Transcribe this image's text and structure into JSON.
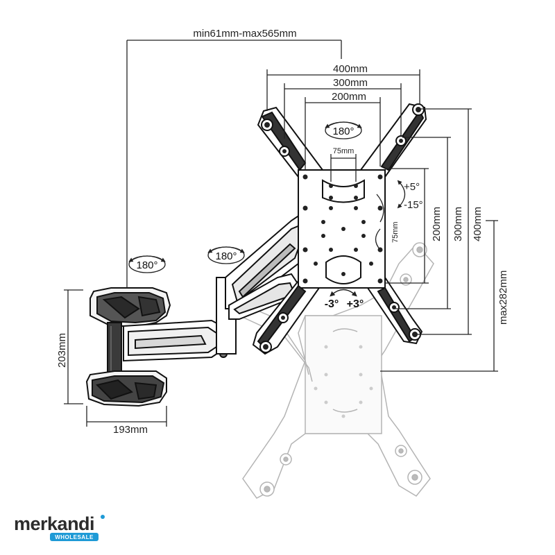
{
  "dimensions": {
    "extension": "min61mm-max565mm",
    "vesa_400": "400mm",
    "vesa_300": "300mm",
    "vesa_200": "200mm",
    "vesa_75_h": "75mm",
    "vesa_75_v": "75mm",
    "vert_200": "200mm",
    "vert_300": "300mm",
    "vert_400": "400mm",
    "max_282": "max282mm",
    "bracket_height": "203mm",
    "bracket_width": "193mm"
  },
  "rotation": {
    "wall_swivel": "180°",
    "arm_swivel": "180°",
    "plate_rotation": "180°"
  },
  "tilt": {
    "up": "+5°",
    "down": "-15°",
    "level_left": "-3°",
    "level_right": "+3°"
  },
  "logo": {
    "name": "merkandi",
    "tagline": "WHOLESALE",
    "accent": "#1e9ad6"
  }
}
